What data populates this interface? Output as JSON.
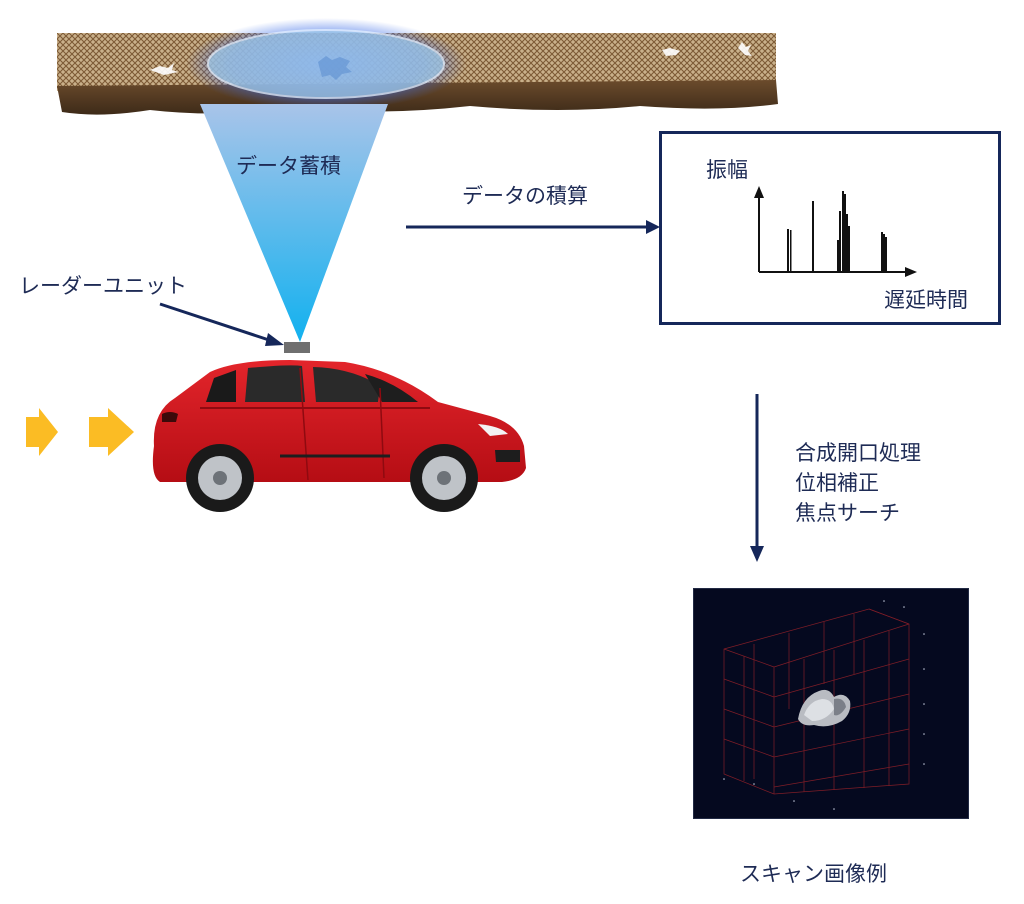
{
  "labels": {
    "data_accumulation": "データ蓄積",
    "radar_unit": "レーダーユニット",
    "data_integration": "データの積算",
    "amplitude": "振幅",
    "delay_time": "遅延時間",
    "processing": [
      "合成開口処理",
      "位相補正",
      "焦点サーチ"
    ],
    "scan_example": "スキャン画像例"
  },
  "colors": {
    "navy": "#15275a",
    "beam_top": "#a9c4e9",
    "beam_bottom": "#12b1ef",
    "car_red": "#d8141c",
    "direction_arrow": "#fbbc24",
    "soil": "#8b6a46"
  }
}
